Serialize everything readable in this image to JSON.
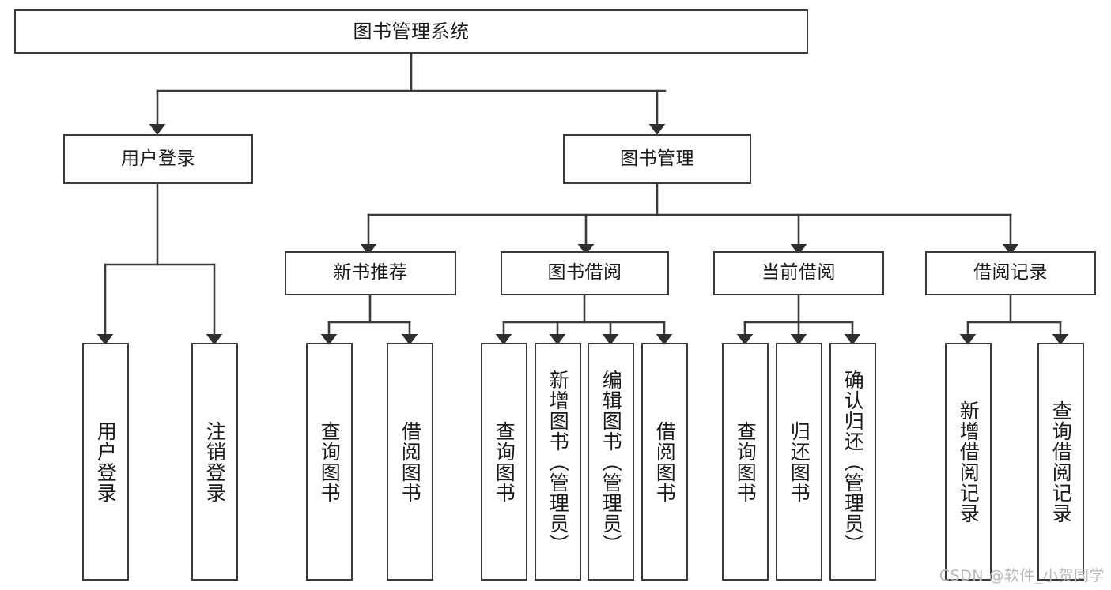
{
  "diagram": {
    "title": "图书管理系统",
    "type": "tree-hierarchy",
    "background_color": "#ffffff",
    "line_color": "#3a3a3a",
    "text_color": "#1a1a1a"
  },
  "nodes": {
    "root": {
      "label": "图书管理系统"
    },
    "level2": [
      {
        "id": "user-login",
        "label": "用户登录"
      },
      {
        "id": "book-manage",
        "label": "图书管理"
      }
    ],
    "level3": [
      {
        "id": "new-book-recommend",
        "label": "新书推荐"
      },
      {
        "id": "book-borrow",
        "label": "图书借阅"
      },
      {
        "id": "current-borrow",
        "label": "当前借阅"
      },
      {
        "id": "borrow-record",
        "label": "借阅记录"
      }
    ],
    "leaves": {
      "user_login": [
        {
          "id": "leaf-user-login",
          "label": "用户登录"
        },
        {
          "id": "leaf-logout-login",
          "label": "注销登录"
        }
      ],
      "new_book_recommend": [
        {
          "id": "leaf-query-book-1",
          "label": "查询图书"
        },
        {
          "id": "leaf-borrow-book-1",
          "label": "借阅图书"
        }
      ],
      "book_borrow": [
        {
          "id": "leaf-query-book-2",
          "label": "查询图书"
        },
        {
          "id": "leaf-add-book",
          "label": "新增图书（管理员）"
        },
        {
          "id": "leaf-edit-book",
          "label": "编辑图书（管理员）"
        },
        {
          "id": "leaf-borrow-book-2",
          "label": "借阅图书"
        }
      ],
      "current_borrow": [
        {
          "id": "leaf-query-book-3",
          "label": "查询图书"
        },
        {
          "id": "leaf-return-book",
          "label": "归还图书"
        },
        {
          "id": "leaf-confirm-return",
          "label": "确认归还（管理员）"
        }
      ],
      "borrow_record": [
        {
          "id": "leaf-add-record",
          "label": "新增借阅记录"
        },
        {
          "id": "leaf-query-record",
          "label": "查询借阅记录"
        }
      ]
    }
  },
  "watermark": {
    "text": "CSDN @软件_小贺同学"
  }
}
